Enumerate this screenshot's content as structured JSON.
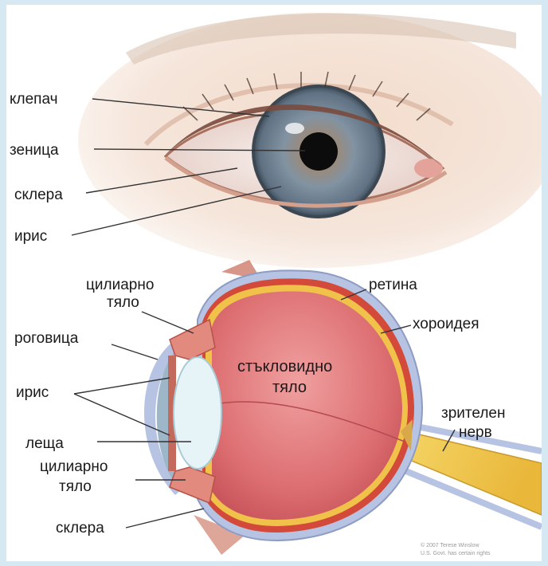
{
  "eye_labels": {
    "eyelid": "клепач",
    "pupil": "зеница",
    "sclera": "склера",
    "iris": "ирис"
  },
  "section_labels": {
    "ciliary_body_top_line1": "цилиарно",
    "ciliary_body_top_line2": "тяло",
    "retina": "ретина",
    "choroid": "хороидея",
    "cornea": "роговица",
    "vitreous_line1": "стъкловидно",
    "vitreous_line2": "тяло",
    "iris": "ирис",
    "optic_nerve_line1": "зрителен",
    "optic_nerve_line2": "нерв",
    "lens": "леща",
    "ciliary_body_bottom_line1": "цилиарно",
    "ciliary_body_bottom_line2": "тяло",
    "sclera": "склера"
  },
  "credit": {
    "line1": "© 2007 Terese Winslow",
    "line2": "U.S. Govt. has certain rights"
  },
  "colors": {
    "background": "#d6e9f3",
    "iris": "#6f8596",
    "vitreous": "#d9676c",
    "retina": "#f1c24a",
    "sclera": "#b7c3e2",
    "lens": "#e6f4f8",
    "optic_nerve": "#f2cd52"
  }
}
